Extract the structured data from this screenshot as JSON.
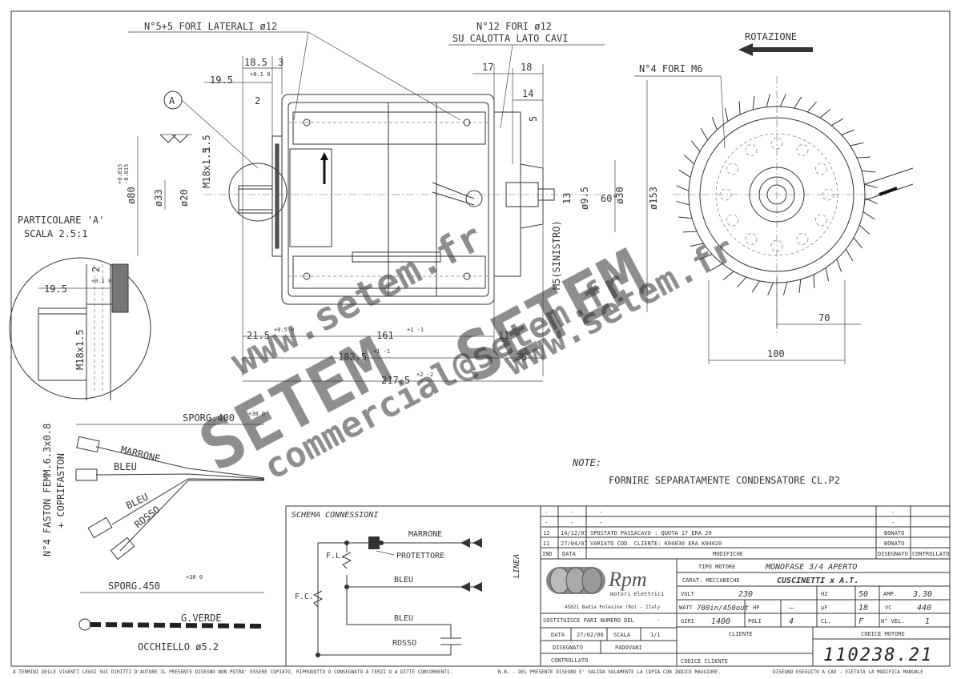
{
  "notes": {
    "heading": "NOTE:",
    "text": "FORNIRE SEPARATAMENTE CONDENSATORE CL.P2"
  },
  "callouts": {
    "side_holes": "N°5+5 FORI LATERALI ø12",
    "cap_holes_line1": "N°12 FORI ø12",
    "cap_holes_line2": "SU CALOTTA LATO CAVI",
    "rotation": "ROTAZIONE",
    "front_holes": "N°4 FORI M6",
    "detail_letter": "A",
    "detail_line1": "PARTICOLARE 'A'",
    "detail_line2": "SCALA 2.5:1",
    "thread": "M18x1.5",
    "thread_detail": "M18x1.5",
    "rotation_side": "M5(SINISTRO)",
    "tol_plus": "+0.015",
    "tol_minus": "-0.015"
  },
  "dimensions": {
    "d18_5": "18.5",
    "d3": "3",
    "d19_5": "19.5",
    "d19_5_tol": "+0.1 0",
    "d2": "2",
    "d1_5": "1.5",
    "d80": "ø80",
    "d33": "ø33",
    "d20": "ø20",
    "d17": "17",
    "d18": "18",
    "d14": "14",
    "d5": "5",
    "d13": "13",
    "d9_5": "ø9.5",
    "d30": "ø30",
    "d60": "60°",
    "d153": "ø153",
    "d21_5": "21.5",
    "d21_5_tol": "+0.5 0",
    "d161": "161",
    "d161_tol": "+1 -1",
    "d11": "11",
    "d182_5": "182.5",
    "d182_5_tol": "+1 -1",
    "d35": "35",
    "d217_5": "217.5",
    "d217_5_tol": "+2 -2",
    "d70": "70",
    "d100": "100",
    "detail_2": "2",
    "detail_19_5": "19.5",
    "detail_19_5_tol": "+0.1 0"
  },
  "cables": {
    "faston": "N°4 FASTON FEMM.6.3x0.8",
    "faston_cover": "+ COPRIFASTON",
    "overhang_400": "SPORG.400",
    "overhang_400_tol": "+30 0",
    "overhang_450": "SPORG.450",
    "overhang_450_tol": "+30 0",
    "wires": [
      "MARRONE",
      "BLEU",
      "BLEU",
      "ROSSO"
    ],
    "ground": "G.VERDE",
    "eyelet": "OCCHIELLO ø5.2"
  },
  "schema": {
    "title": "SCHEMA CONNESSIONI",
    "labels": [
      "MARRONE",
      "PROTETTORE",
      "BLEU",
      "BLEU",
      "ROSSO"
    ],
    "fl": "F.L.",
    "fc": "F.C.",
    "line": "LINEA"
  },
  "revisions": {
    "rows": [
      {
        "ind": "-",
        "data": "-",
        "desc": "-",
        "drawn": "-",
        "checked": ""
      },
      {
        "ind": "-",
        "data": "-",
        "desc": "-",
        "drawn": "-",
        "checked": ""
      },
      {
        "ind": "12",
        "data": "14/12/07",
        "desc": "SPOSTATO PASSACAVO : QUOTA 17 ERA 20",
        "drawn": "BONATO",
        "checked": ""
      },
      {
        "ind": "11",
        "data": "27/04/07",
        "desc": "VARIATO COD. CLIENTE: K04030 ERA K04020",
        "drawn": "BONATO",
        "checked": ""
      }
    ],
    "header": {
      "ind": "IND",
      "data": "DATA",
      "desc": "MODIFICHE",
      "drawn": "DISEGNATO",
      "checked": "CONTROLLATO"
    }
  },
  "title_block": {
    "logo_text": "Rpm",
    "logo_sub": "motori elettrici",
    "address": "45021 Badia Polesine (Ro) - Italy",
    "replaces_label": "SOSTITUISCE PARI NUMERO DEL",
    "replaces_value": "-",
    "date_label": "DATA",
    "date_value": "27/02/06",
    "scale_label": "SCALA",
    "scale_value": "1/1",
    "drawn_label": "DISEGNATO",
    "drawn_value": "PADOVANI",
    "checked_label": "CONTROLLATO",
    "motor_type_label": "TIPO MOTORE",
    "motor_type_value": "MONOFASE 3/4 APERTO",
    "mech_label": "CARAT. MECCANICHE",
    "mech_value": "CUSCINETTI  x  A.T.",
    "volt_label": "VOLT",
    "volt_value": "230",
    "hz_label": "HZ",
    "hz_value": "50",
    "amp_label": "AMP.",
    "amp_value": "3.30",
    "watt_label": "WATT",
    "watt_value": "700in/450out",
    "hp_label": "HP",
    "hp_value": "—",
    "uf_label": "µF",
    "uf_value": "18",
    "vc_label": "VC",
    "vc_value": "440",
    "rpm_label": "GIRI",
    "rpm_value": "1400",
    "poles_label": "POLI",
    "poles_value": "4",
    "class_label": "CL.",
    "class_value": "F",
    "speeds_label": "N° VEL.",
    "speeds_value": "1",
    "client_label": "CLIENTE",
    "client_code_label": "CODICE CLIENTE",
    "motor_code_label": "CODICE MOTORE",
    "motor_code_value": "110238.21"
  },
  "footer": {
    "left": "A TERMINI DELLE VIGENTI LEGGI SUI DIRITTI D'AUTORE IL PRESENTE DISEGNO NON POTRA' ESSERE COPIATO, RIPRODOTTO O CONSEGNATO A TERZI O A DITTE CONCORRENTI.",
    "mid": "N.B. - DEL PRESENTE DISEGNO E' VALIDA SOLAMENTE LA COPIA CON INDICE MAGGIORE.",
    "right": "DISEGNO ESEGUITO A CAD - VIETATA LA MODIFICA MANUALE"
  },
  "watermarks": [
    "www.setem.fr",
    "SETEM",
    "SETEM",
    "www.setem.fr",
    "commercial@setem.fr"
  ]
}
